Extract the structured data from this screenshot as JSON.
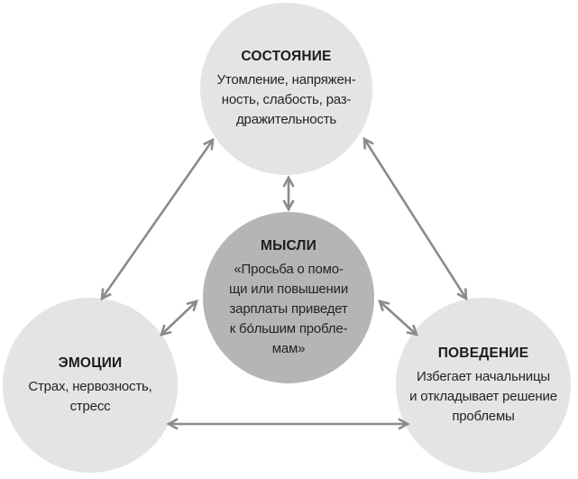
{
  "diagram": {
    "type": "cognitive-triangle",
    "arrow_color": "#8a8b8d",
    "nodes": {
      "state": {
        "title": "СОСТОЯНИЕ",
        "lines": [
          "Утомление, напряжен-",
          "ность, слабость, раз-",
          "дражительность"
        ],
        "fill": "#e3e4e6"
      },
      "thoughts": {
        "title": "МЫСЛИ",
        "lines": [
          "«Просьба о помо-",
          "щи или повышении",
          "зарплаты приведет",
          "к бо́льшим пробле-",
          "мам»"
        ],
        "fill": "#b4b5b7"
      },
      "emotions": {
        "title": "ЭМОЦИИ",
        "lines": [
          "Страх, нервозность,",
          "стресс"
        ],
        "fill": "#e3e4e6"
      },
      "behavior": {
        "title": "ПОВЕДЕНИЕ",
        "lines": [
          "Избегает начальницы",
          "и откладывает решение",
          "проблемы"
        ],
        "fill": "#e3e4e6"
      }
    },
    "edges": [
      {
        "from": "state",
        "to": "thoughts",
        "bidirectional": true
      },
      {
        "from": "state",
        "to": "emotions",
        "bidirectional": true
      },
      {
        "from": "state",
        "to": "behavior",
        "bidirectional": true
      },
      {
        "from": "thoughts",
        "to": "emotions",
        "bidirectional": true
      },
      {
        "from": "thoughts",
        "to": "behavior",
        "bidirectional": true
      },
      {
        "from": "emotions",
        "to": "behavior",
        "bidirectional": true
      }
    ]
  }
}
